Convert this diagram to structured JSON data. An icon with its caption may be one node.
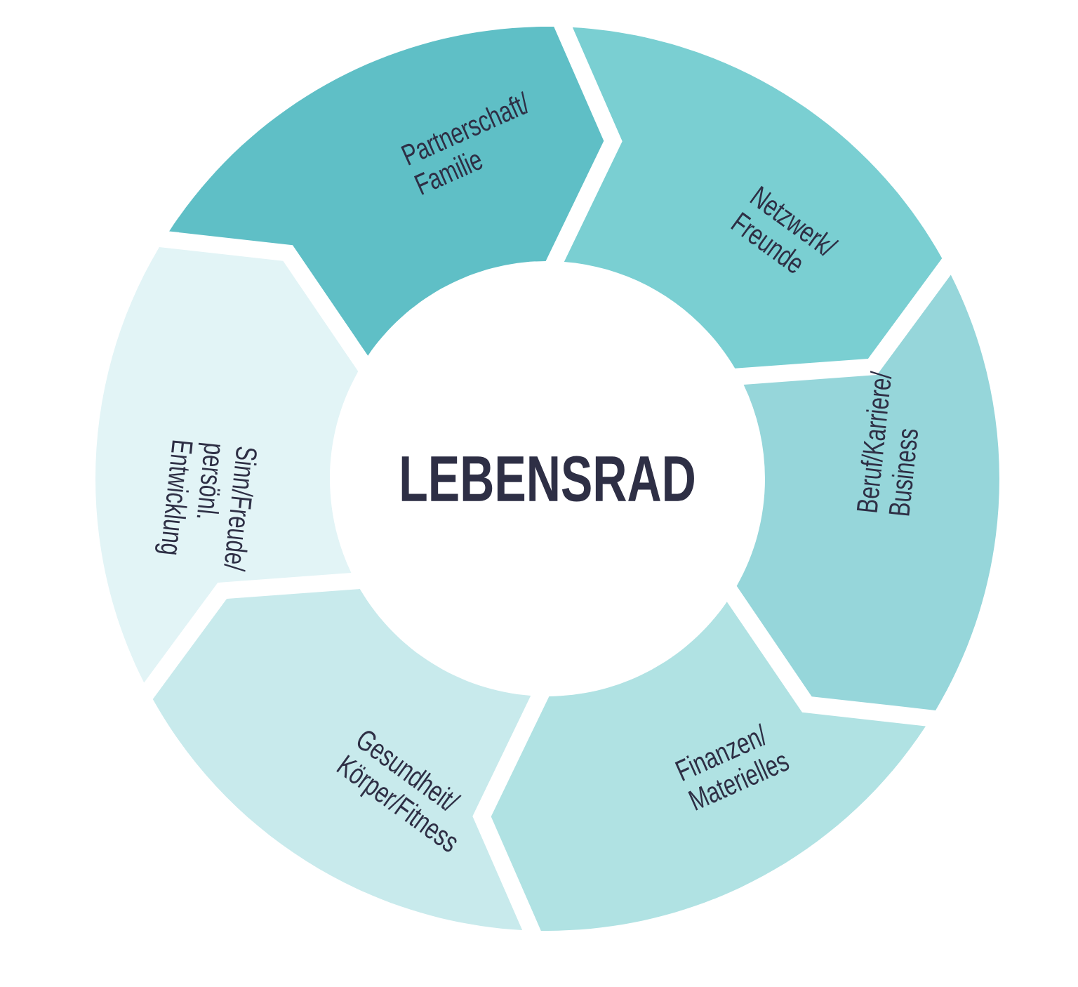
{
  "diagram": {
    "nodes": [
      {
        "text": [
          "LEBENSRAD"
        ]
      },
      {
        "text": [
          "Partnerschaft/ Familie"
        ]
      },
      {
        "text": [
          "Netzwerk/ Freunde"
        ]
      },
      {
        "text": [
          "Beruf/Karriere/ Business"
        ]
      },
      {
        "text": [
          "Finanzen/ Materielles"
        ]
      },
      {
        "text": [
          "Gesundheit/ Körper/Fitness"
        ]
      },
      {
        "text": [
          "Sinn/Freude/ persönl. Entwicklung"
        ]
      }
    ]
  }
}
